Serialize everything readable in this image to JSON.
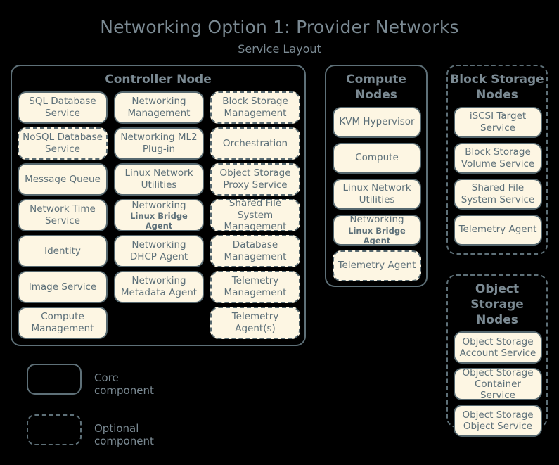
{
  "title": "Networking Option 1: Provider Networks",
  "subtitle": "Service Layout",
  "colors": {
    "background": "#000000",
    "title_text": "#7b8a93",
    "box_fill": "#fdf6e3",
    "box_border": "#56686f",
    "box_text": "#5d7079",
    "group_border": "#5e7078"
  },
  "groups": {
    "controller": {
      "title": "Controller Node",
      "optional_group": false,
      "columns": [
        {
          "items": [
            {
              "label": "SQL Database Service",
              "optional": false
            },
            {
              "label": "NoSQL Database Service",
              "optional": true
            },
            {
              "label": "Message Queue",
              "optional": false
            },
            {
              "label": "Network Time Service",
              "optional": false
            },
            {
              "label": "Identity",
              "optional": false
            },
            {
              "label": "Image Service",
              "optional": false
            },
            {
              "label": "Compute Management",
              "optional": false
            }
          ]
        },
        {
          "items": [
            {
              "label": "Networking Management",
              "optional": false
            },
            {
              "label": "Networking ML2 Plug-in",
              "optional": false
            },
            {
              "label": "Linux Network Utilities",
              "optional": false
            },
            {
              "label": "Networking",
              "sublabel": "Linux Bridge Agent",
              "optional": false
            },
            {
              "label": "Networking DHCP Agent",
              "optional": false
            },
            {
              "label": "Networking Metadata Agent",
              "optional": false
            }
          ]
        },
        {
          "items": [
            {
              "label": "Block Storage Management",
              "optional": true
            },
            {
              "label": "Orchestration",
              "optional": true
            },
            {
              "label": "Object Storage Proxy Service",
              "optional": true
            },
            {
              "label": "Shared File System Management",
              "optional": true
            },
            {
              "label": "Database Management",
              "optional": true
            },
            {
              "label": "Telemetry Management",
              "optional": true
            },
            {
              "label": "Telemetry Agent(s)",
              "optional": true
            }
          ]
        }
      ]
    },
    "compute": {
      "title": "Compute Nodes",
      "optional_group": false,
      "items": [
        {
          "label": "KVM Hypervisor",
          "optional": false
        },
        {
          "label": "Compute",
          "optional": false
        },
        {
          "label": "Linux Network Utilities",
          "optional": false
        },
        {
          "label": "Networking",
          "sublabel": "Linux Bridge Agent",
          "optional": false
        },
        {
          "label": "Telemetry Agent",
          "optional": true
        }
      ]
    },
    "block_storage": {
      "title": "Block Storage Nodes",
      "optional_group": true,
      "items": [
        {
          "label": "iSCSI Target Service",
          "optional": false
        },
        {
          "label": "Block Storage Volume Service",
          "optional": false
        },
        {
          "label": "Shared File System Service",
          "optional": false
        },
        {
          "label": "Telemetry Agent",
          "optional": false
        }
      ]
    },
    "object_storage": {
      "title": "Object Storage Nodes",
      "optional_group": true,
      "items": [
        {
          "label": "Object Storage Account Service",
          "optional": false
        },
        {
          "label": "Object Storage Container Service",
          "optional": false
        },
        {
          "label": "Object Storage Object Service",
          "optional": false
        }
      ]
    }
  },
  "legend": {
    "core_label": "Core component",
    "optional_label": "Optional component"
  }
}
